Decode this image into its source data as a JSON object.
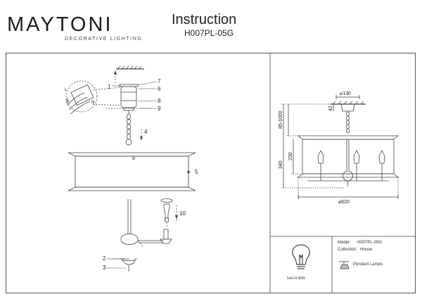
{
  "brand": {
    "name": "MAYTONI",
    "tagline": "DECORATIVE LIGHTING"
  },
  "document": {
    "title": "Instruction",
    "model": "H007PL-05G"
  },
  "callouts": [
    "1",
    "2",
    "3",
    "4",
    "5",
    "6",
    "7",
    "8",
    "9",
    "10"
  ],
  "wiring": {
    "live": "L",
    "neutral": "N",
    "earth_symbol": "earth-icon"
  },
  "dimensions": {
    "canopy_diameter": "⌀130",
    "canopy_height": "42",
    "chain_length": "85-1000",
    "shade_height": "230",
    "body_height": "340",
    "shade_diameter": "⌀620"
  },
  "spec": {
    "bulb": "5xE14 40W",
    "model_label": "Model:",
    "model_value": "H007PL-05G",
    "collection_label": "Collection:",
    "collection_value": "House",
    "type": "Pendant Lamps"
  },
  "colors": {
    "line": "#444444",
    "brand_accent": "#7b2f8e"
  }
}
